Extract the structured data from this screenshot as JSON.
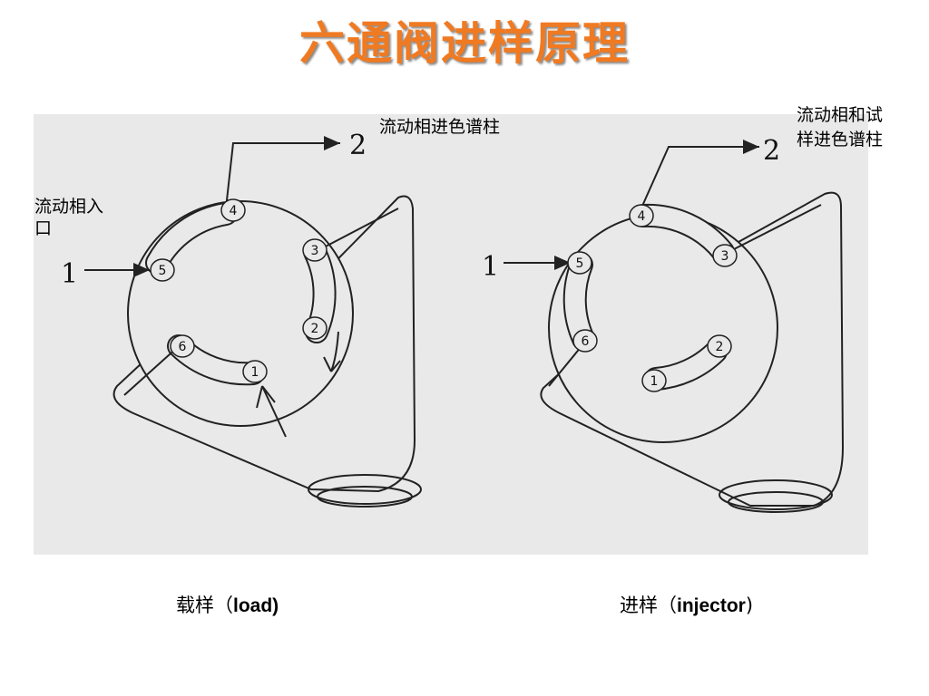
{
  "title": "六通阀进样原理",
  "colors": {
    "title": "#f07a22",
    "panel_bg": "#e9e9e9",
    "line": "#222222"
  },
  "labels": {
    "load_inlet": "流动相入口",
    "load_to_column": "流动相进色谱柱",
    "inject_to_column_line1": "流动相和试",
    "inject_to_column_line2": "样进色谱柱"
  },
  "captions": {
    "load_cn": "载样（",
    "load_en": "load)",
    "inject_cn": "进样（",
    "inject_en": "injector",
    "inject_close": ")"
  },
  "valves": [
    {
      "mode": "load",
      "line_markers": [
        "1",
        "2"
      ],
      "ports": [
        "1",
        "2",
        "3",
        "4",
        "5",
        "6"
      ]
    },
    {
      "mode": "injector",
      "line_markers": [
        "1",
        "2"
      ],
      "ports": [
        "1",
        "2",
        "3",
        "4",
        "5",
        "6"
      ]
    }
  ]
}
